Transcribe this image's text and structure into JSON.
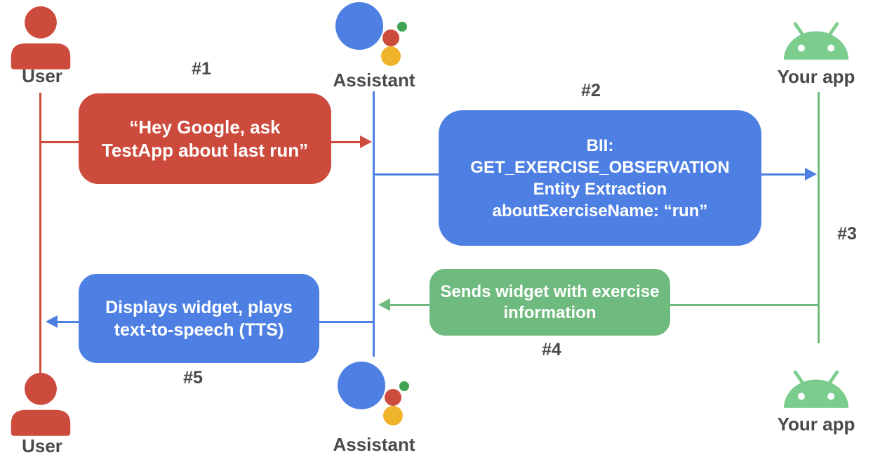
{
  "diagram": {
    "actors": {
      "user_top": {
        "label": "User"
      },
      "assistant_top": {
        "label": "Assistant"
      },
      "app_top": {
        "label": "Your app"
      },
      "user_bottom": {
        "label": "User"
      },
      "assistant_bottom": {
        "label": "Assistant"
      },
      "app_bottom": {
        "label": "Your app"
      }
    },
    "steps": {
      "s1": {
        "label": "#1",
        "message": "“Hey Google, ask\nTestApp about last run”"
      },
      "s2": {
        "label": "#2",
        "message": "BII:\nGET_EXERCISE_OBSERVATION\nEntity Extraction\naboutExerciseName: “run”"
      },
      "s3": {
        "label": "#3"
      },
      "s4": {
        "label": "#4",
        "message": "Sends widget with exercise\ninformation"
      },
      "s5": {
        "label": "#5",
        "message": "Displays widget, plays\ntext-to-speech (TTS)"
      }
    },
    "colors": {
      "red": "#cd4b3d",
      "blue": "#4e80e4",
      "line_green": "#6fba7e",
      "android_green": "#7bcd8e",
      "assistant_green": "#3fa351",
      "assistant_yellow": "#f0b42a",
      "label_gray": "#4a4a4a",
      "box_text": "#ffffff"
    }
  }
}
